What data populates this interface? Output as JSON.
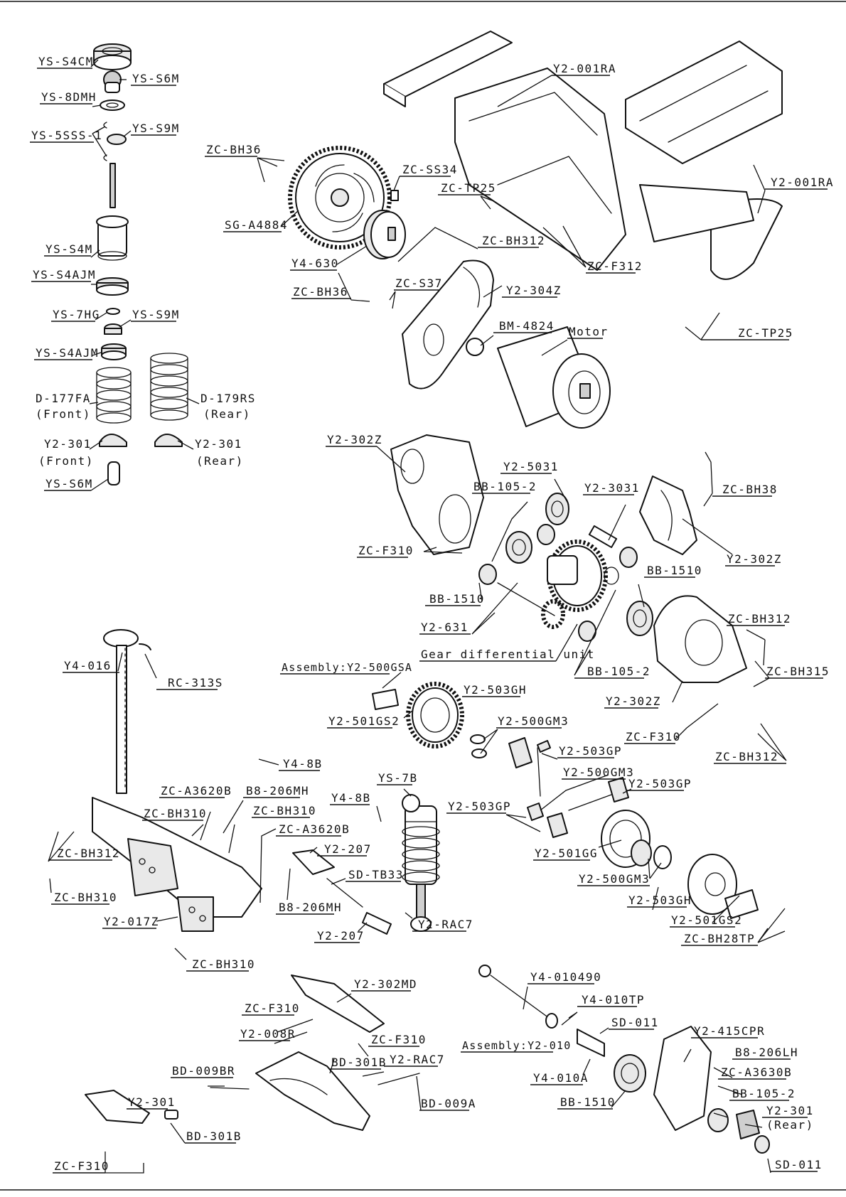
{
  "labels": {
    "ys_s4cm": "YS-S4CM",
    "ys_s6m_top": "YS-S6M",
    "ys_8dmh": "YS-8DMH",
    "ys_5sss_1": "YS-5SSS-1",
    "ys_s9m_top": "YS-S9M",
    "ys_s4m": "YS-S4M",
    "ys_s4ajm_top": "YS-S4AJM",
    "ys_7hg": "YS-7HG",
    "ys_s9m_mid": "YS-S9M",
    "ys_s4ajm_mid": "YS-S4AJM",
    "d_177fa": "D-177FA",
    "d_177fa_note": "(Front)",
    "d_179rs": "D-179RS",
    "d_179rs_note": "(Rear)",
    "y2_301_front": "Y2-301",
    "y2_301_front_note": "(Front)",
    "y2_301_rear": "Y2-301",
    "y2_301_rear_note": "(Rear)",
    "ys_s6m_bottom": "YS-S6M",
    "zc_bh36_top": "ZC-BH36",
    "sg_a4884": "SG-A4884",
    "y4_630": "Y4-630",
    "zc_ss34": "ZC-SS34",
    "zc_tp25_top": "ZC-TP25",
    "zc_bh312_top": "ZC-BH312",
    "zc_bh36_mid": "ZC-BH36",
    "zc_s37": "ZC-S37",
    "y2_304z": "Y2-304Z",
    "bm_4824": "BM-4824",
    "motor": "Motor",
    "y2_001ra_top": "Y2-001RA",
    "y2_001ra_right": "Y2-001RA",
    "zc_f312": "ZC-F312",
    "zc_tp25_right": "ZC-TP25",
    "y2_302z_left": "Y2-302Z",
    "y2_5031": "Y2-5031",
    "bb_105_2_top": "BB-105-2",
    "y2_3031": "Y2-3031",
    "zc_bh38": "ZC-BH38",
    "y2_302z_right": "Y2-302Z",
    "zc_f310_gear": "ZC-F310",
    "bb_1510_left": "BB-1510",
    "bb_1510_right": "BB-1510",
    "y2_631": "Y2-631",
    "gear_diff_unit": "Gear differential unit",
    "bb_105_2_mid": "BB-105-2",
    "zc_bh312_right": "ZC-BH312",
    "zc_bh315": "ZC-BH315",
    "y2_302z_bottom": "Y2-302Z",
    "zc_f310_right": "ZC-F310",
    "zc_bh312_right2": "ZC-BH312",
    "y4_016": "Y4-016",
    "rc_313s": "RC-313S",
    "assembly_y2_500gsa": "Assembly:Y2-500GSA",
    "y2_503gh_top": "Y2-503GH",
    "y2_501gs2_top": "Y2-501GS2",
    "y2_500gm3_top": "Y2-500GM3",
    "y2_503gp_a": "Y2-503GP",
    "y2_500gm3_mid": "Y2-500GM3",
    "y2_503gp_b": "Y2-503GP",
    "y2_503gp_c": "Y2-503GP",
    "y2_501gg": "Y2-501GG",
    "y2_500gm3_bottom": "Y2-500GM3",
    "y2_503gh_bottom": "Y2-503GH",
    "y2_501gs2_bottom": "Y2-501GS2",
    "zc_bh28tp": "ZC-BH28TP",
    "y4_8b_top": "Y4-8B",
    "zc_a3620b_left": "ZC-A3620B",
    "b8_206mh_top": "B8-206MH",
    "zc_bh310_a": "ZC-BH310",
    "zc_bh310_b": "ZC-BH310",
    "ys_7b": "YS-7B",
    "y4_8b_mid": "Y4-8B",
    "zc_a3620b_mid": "ZC-A3620B",
    "y2_207_top": "Y2-207",
    "sd_tb33": "SD-TB33",
    "b8_206mh_mid": "B8-206MH",
    "y2_207_bottom": "Y2-207",
    "y2_rac7_mid": "Y2-RAC7",
    "zc_bh312_left": "ZC-BH312",
    "zc_bh310_c": "ZC-BH310",
    "y2_017z": "Y2-017Z",
    "zc_bh310_d": "ZC-BH310",
    "y2_302md": "Y2-302MD",
    "zc_f310_arm": "ZC-F310",
    "y2_008r": "Y2-008R",
    "zc_f310_arm2": "ZC-F310",
    "bd_301b_top": "BD-301B",
    "y2_rac7_bottom": "Y2-RAC7",
    "bd_009br": "BD-009BR",
    "y2_301_bottom": "Y2-301",
    "bd_009a": "BD-009A",
    "bd_301b_bottom": "BD-301B",
    "zc_f310_bottom": "ZC-F310",
    "y4_010490": "Y4-010490",
    "y4_010tp": "Y4-010TP",
    "sd_011_top": "SD-011",
    "assembly_y2_010": "Assembly:Y2-010",
    "y4_010a": "Y4-010A",
    "bb_1510_bottom": "BB-1510",
    "y2_415cpr": "Y2-415CPR",
    "b8_206lh": "B8-206LH",
    "zc_a3630b": "ZC-A3630B",
    "bb_105_2_bottom": "BB-105-2",
    "y2_301_rear_bottom": "Y2-301",
    "y2_301_rear_bottom_note": "(Rear)",
    "sd_011_bottom": "SD-011"
  }
}
